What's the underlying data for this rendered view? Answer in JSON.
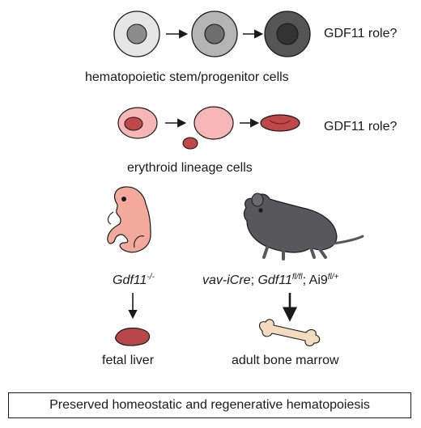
{
  "row1": {
    "question": "GDF11 role?",
    "caption": "hematopoietic stem/progenitor cells"
  },
  "row2": {
    "question": "GDF11 role?",
    "caption": "erythroid lineage cells"
  },
  "left_model": {
    "genotype_base": "Gdf11",
    "genotype_sup": "-/-",
    "tissue": "fetal liver"
  },
  "right_model": {
    "part1": "vav-iCre",
    "sep1": "; ",
    "part2": "Gdf11",
    "part2_sup": "fl/fl",
    "sep2": "; ",
    "part3": "Ai9",
    "part3_sup": "fl/+",
    "tissue": "adult bone marrow"
  },
  "conclusion": "Preserved homeostatic and regenerative hematopoiesis",
  "colors": {
    "stem1_outer": "#e6e6e6",
    "stem1_nucleus": "#8c8c8c",
    "stem2_outer": "#b4b4b4",
    "stem2_nucleus": "#6e6e6e",
    "stem3_outer": "#555555",
    "stem3_nucleus": "#333333",
    "erythroid_pale": "#f7b6b6",
    "erythroid_nucleus": "#c0474a",
    "rbc": "#c0474a",
    "embryo": "#f4a99d",
    "mouse": "#58585a",
    "liver": "#b8474b",
    "bone": "#f3dcbd"
  }
}
